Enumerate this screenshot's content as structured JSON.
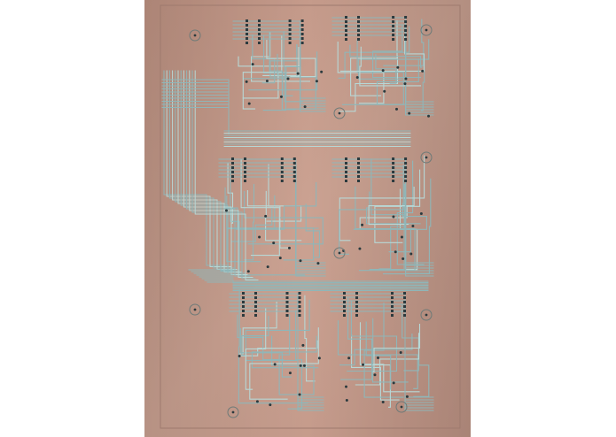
{
  "scene": {
    "background": "#ffffff",
    "board_color": "#c99f8f",
    "board_edge_color": "#a87f70",
    "trace_color": "#8fb6b8",
    "trace_highlight": "#b7d8d6",
    "pad_color": "#2b3a3e",
    "hole_ring_color": "#6d7a78"
  },
  "objects": [
    {
      "name": "pcb-board",
      "description_visible": false
    },
    {
      "name": "copper-trace-network"
    },
    {
      "name": "mounting-holes"
    },
    {
      "name": "ic-footprints"
    }
  ]
}
